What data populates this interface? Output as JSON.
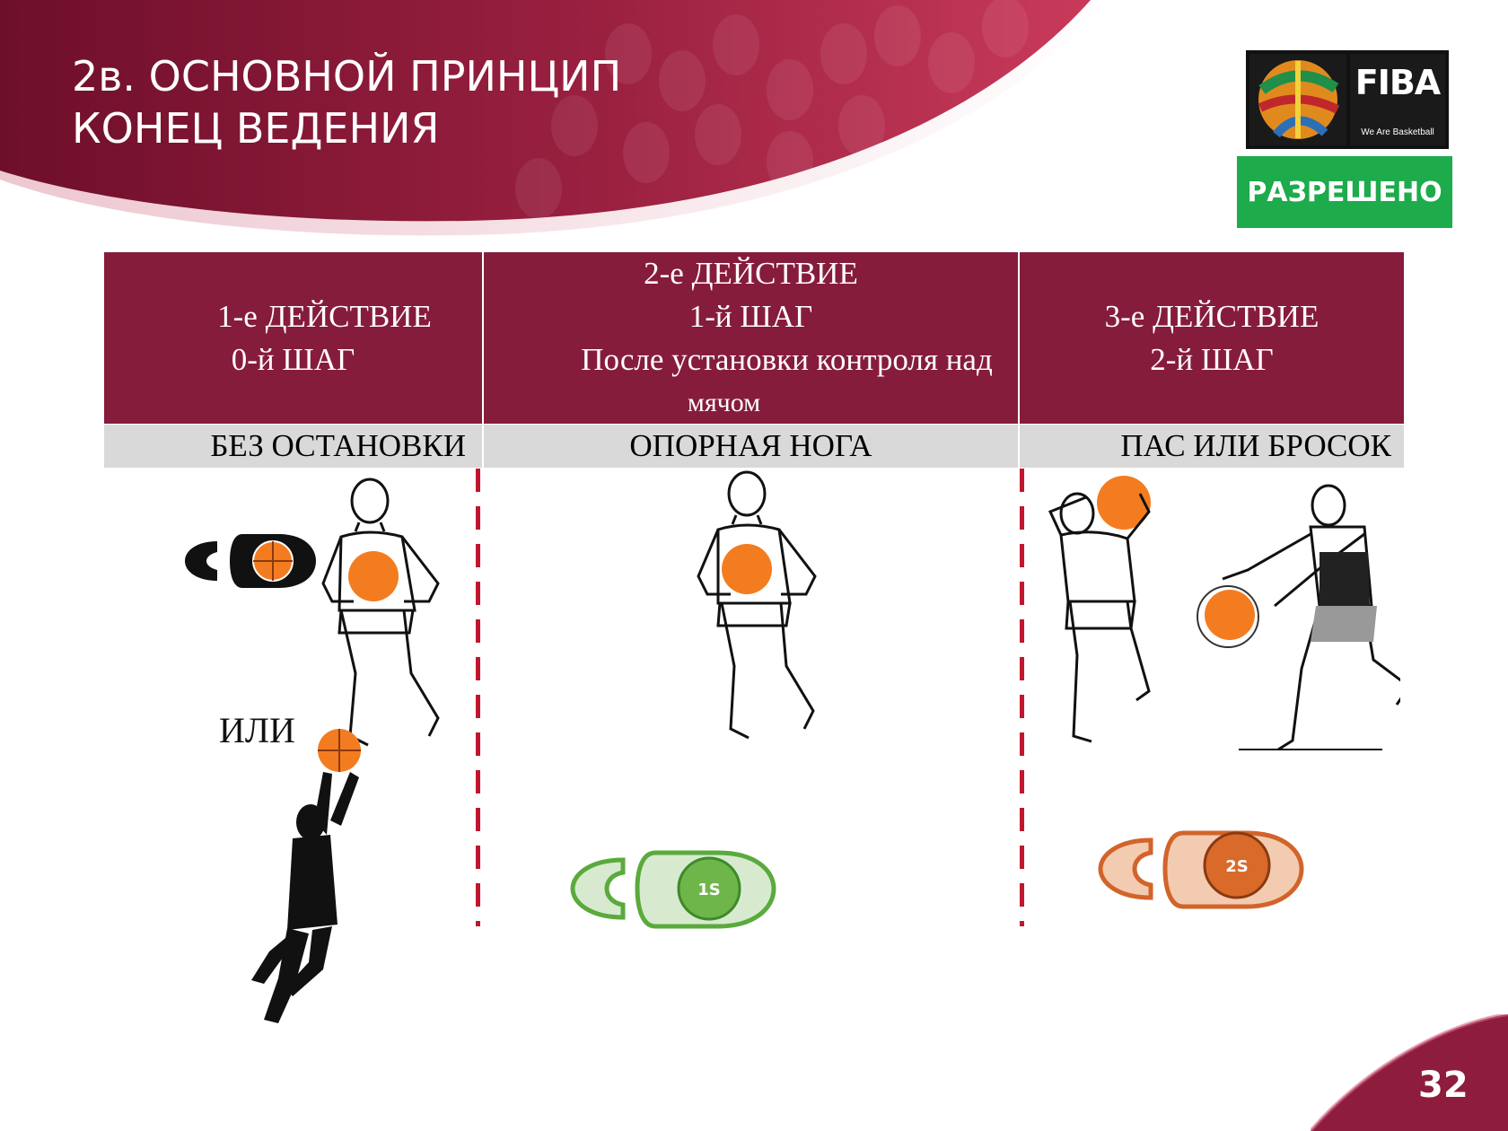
{
  "slide": {
    "title_line1": "2в. ОСНОВНОЙ ПРИНЦИП",
    "title_line2": "КОНЕЦ ВЕДЕНИЯ",
    "page_number": "32"
  },
  "logo": {
    "text": "FIBA",
    "tagline": "We Are Basketball"
  },
  "status_badge": {
    "label": "РАЗРЕШЕНО",
    "color": "#1dab4b"
  },
  "columns": [
    {
      "header_lines": [
        "1-е ДЕЙСТВИЕ",
        "0-й ШАГ"
      ],
      "sub_label": "БЕЗ ОСТАНОВКИ"
    },
    {
      "header_lines": [
        "2-е ДЕЙСТВИЕ",
        "1-й ШАГ",
        "После установки контроля над",
        "мячом"
      ],
      "sub_label": "ОПОРНАЯ НОГА"
    },
    {
      "header_lines": [
        "3-е ДЕЙСТВИЕ",
        "2-й ШАГ"
      ],
      "sub_label": "ПАС ИЛИ БРОСОК"
    }
  ],
  "illustrations": {
    "or_label": "ИЛИ",
    "step1_label": "1S",
    "step2_label": "2S"
  },
  "colors": {
    "header_bg": "#861c3b",
    "subheader_bg": "#d9d9d9",
    "divider": "#c0162e",
    "ball": "#f47c20",
    "step1": "#5aaa3c",
    "step2": "#d2642a"
  }
}
